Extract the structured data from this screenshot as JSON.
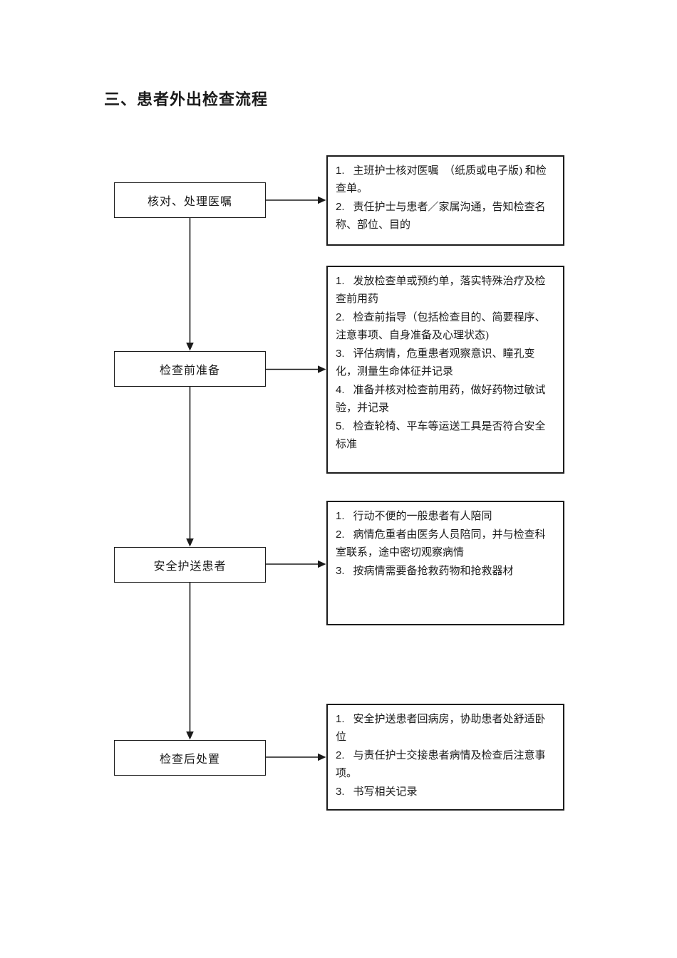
{
  "page": {
    "title": "三、患者外出检查流程"
  },
  "colors": {
    "background": "#ffffff",
    "line": "#1a1a1a",
    "text": "#1a1a1a"
  },
  "flow": {
    "steps": [
      {
        "label": "核对、处理医嘱"
      },
      {
        "label": "检查前准备"
      },
      {
        "label": "安全护送患者"
      },
      {
        "label": "检查后处置"
      }
    ],
    "details": [
      {
        "items": [
          {
            "num": "1.",
            "text": "主班护士核对医嘱  （纸质或电子版) 和检查单。"
          },
          {
            "num": "2.",
            "text": "责任护士与患者／家属沟通，告知检查名称、部位、目的"
          }
        ]
      },
      {
        "items": [
          {
            "num": "1.",
            "text": "发放检查单或预约单，落实特殊治疗及检查前用药"
          },
          {
            "num": "2.",
            "text": "检查前指导（包括检查目的、简要程序、注意事项、自身准备及心理状态)"
          },
          {
            "num": "3.",
            "text": "评估病情，危重患者观察意识、瞳孔变化，测量生命体征并记录"
          },
          {
            "num": "4.",
            "text": "准备并核对检查前用药，做好药物过敏试验，并记录"
          },
          {
            "num": "5.",
            "text": "检查轮椅、平车等运送工具是否符合安全标准"
          }
        ]
      },
      {
        "items": [
          {
            "num": "1.",
            "text": "行动不便的一般患者有人陪同"
          },
          {
            "num": "2.",
            "text": "病情危重者由医务人员陪同，并与检查科室联系，途中密切观察病情"
          },
          {
            "num": "3.",
            "text": "按病情需要备抢救药物和抢救器材"
          }
        ]
      },
      {
        "items": [
          {
            "num": "1.",
            "text": "安全护送患者回病房，协助患者处舒适卧位"
          },
          {
            "num": "2.",
            "text": "与责任护士交接患者病情及检查后注意事项。"
          },
          {
            "num": "3.",
            "text": "书写相关记录"
          }
        ]
      }
    ]
  }
}
